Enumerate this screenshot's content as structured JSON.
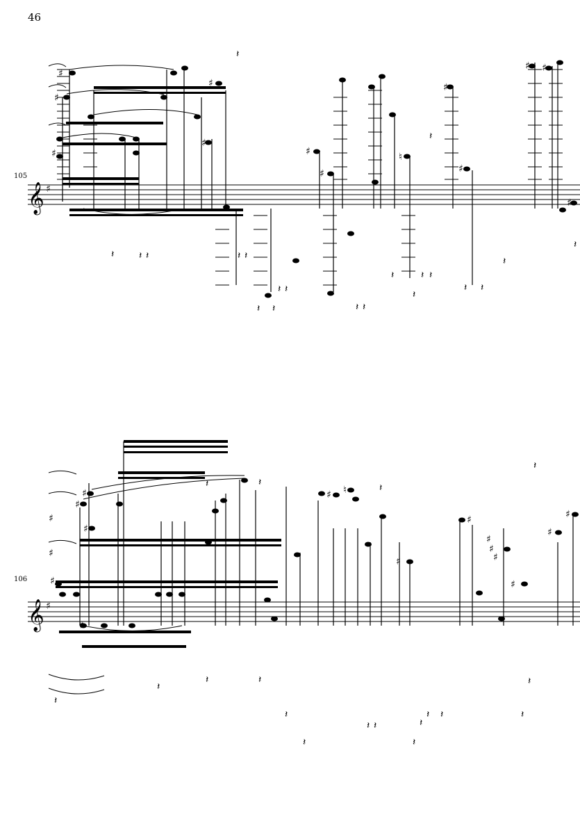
{
  "page": {
    "number": "46"
  },
  "systems": [
    {
      "measure_number": "105",
      "clef": "treble",
      "key_signature": "G major (1 sharp)"
    },
    {
      "measure_number": "106",
      "clef": "treble",
      "key_signature": "G major (1 sharp)"
    }
  ]
}
